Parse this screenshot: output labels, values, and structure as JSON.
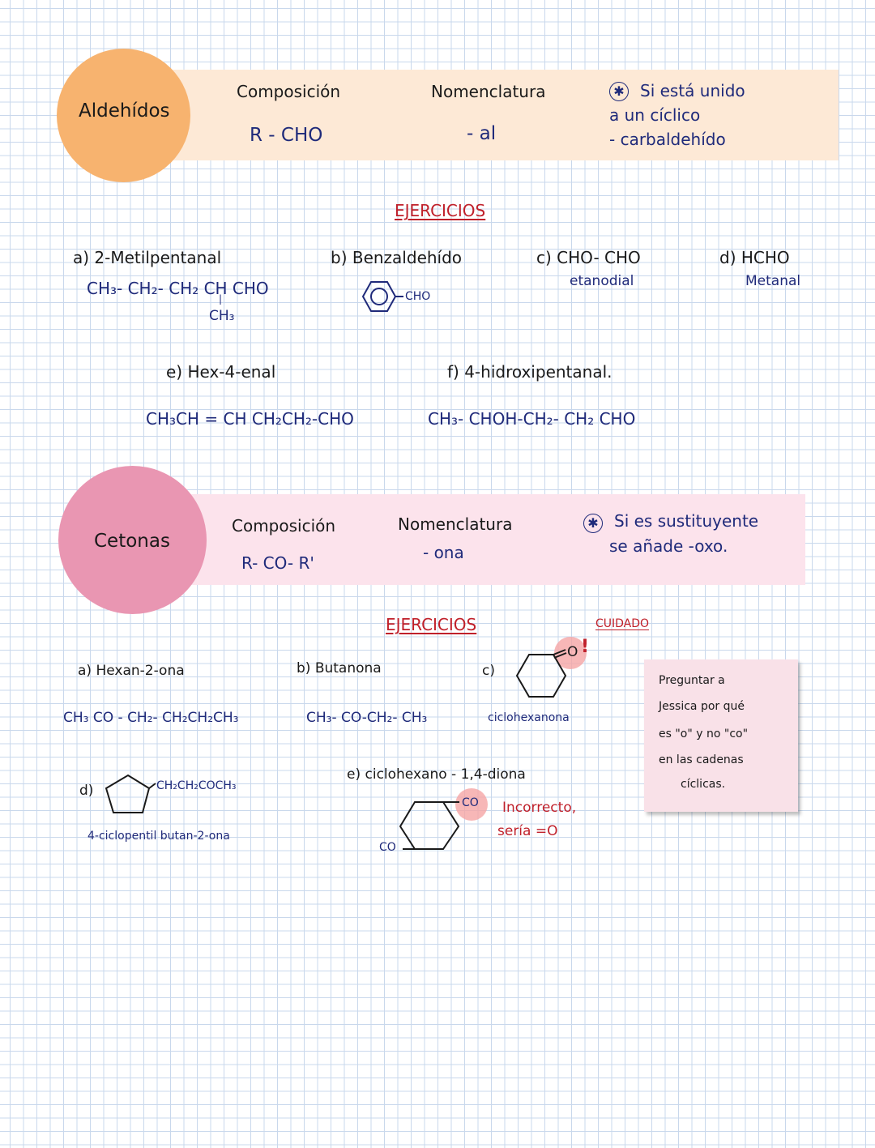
{
  "aldehidos": {
    "title": "Aldehídos",
    "composicion_label": "Composición",
    "composicion_value": "R - CHO",
    "nomenclatura_label": "Nomenclatura",
    "nomenclatura_value": "- al",
    "note_line1": "Si está unido",
    "note_line2": "a un cíclico",
    "note_line3": "- carbaldehído",
    "ejercicios": "EJERCICIOS",
    "a_name": "a) 2-Metilpentanal",
    "a_formula": "CH₃- CH₂- CH₂ CH CHO",
    "a_branch": "CH₃",
    "b_name": "b) Benzaldehído",
    "b_sub": "CHO",
    "c_name": "c) CHO- CHO",
    "c_sub": "etanodial",
    "d_name": "d) HCHO",
    "d_sub": "Metanal",
    "e_name": "e) Hex-4-enal",
    "e_formula": "CH₃CH = CH CH₂CH₂-CHO",
    "f_name": "f) 4-hidroxipentanal.",
    "f_formula": "CH₃- CHOH-CH₂- CH₂ CHO"
  },
  "cetonas": {
    "title": "Cetonas",
    "composicion_label": "Composición",
    "composicion_value": "R- CO- R'",
    "nomenclatura_label": "Nomenclatura",
    "nomenclatura_value": "- ona",
    "note_line1": "Si es sustituyente",
    "note_line2": "se añade -oxo.",
    "ejercicios": "EJERCICIOS",
    "cuidado": "CUIDADO",
    "a_name": "a) Hexan-2-ona",
    "a_formula": "CH₃ CO - CH₂- CH₂CH₂CH₃",
    "b_name": "b) Butanona",
    "b_formula": "CH₃- CO-CH₂- CH₃",
    "c_label": "c)",
    "c_o": "O",
    "c_name": "ciclohexanona",
    "d_label": "d)",
    "d_chain": "CH₂CH₂COCH₃",
    "d_name": "4-ciclopentil butan-2-ona",
    "e_name": "e) ciclohexano - 1,4-diona",
    "e_co_top": "CO",
    "e_co_bottom": "CO",
    "incorrect_line1": "Incorrecto,",
    "incorrect_line2": "sería =O",
    "sticky_note": [
      "Preguntar a",
      "Jessica por qué",
      "es \"o\" y no \"co\"",
      "en las cadenas",
      "cíclicas."
    ]
  },
  "colors": {
    "aldehidos_band": "#fde9d6",
    "aldehidos_circle": "#f7b36f",
    "cetonas_band": "#fce3ec",
    "cetonas_circle": "#e996b2",
    "ink_blue": "#1f2a7a",
    "ink_red": "#c0202a",
    "highlight": "#f5a5a5"
  }
}
